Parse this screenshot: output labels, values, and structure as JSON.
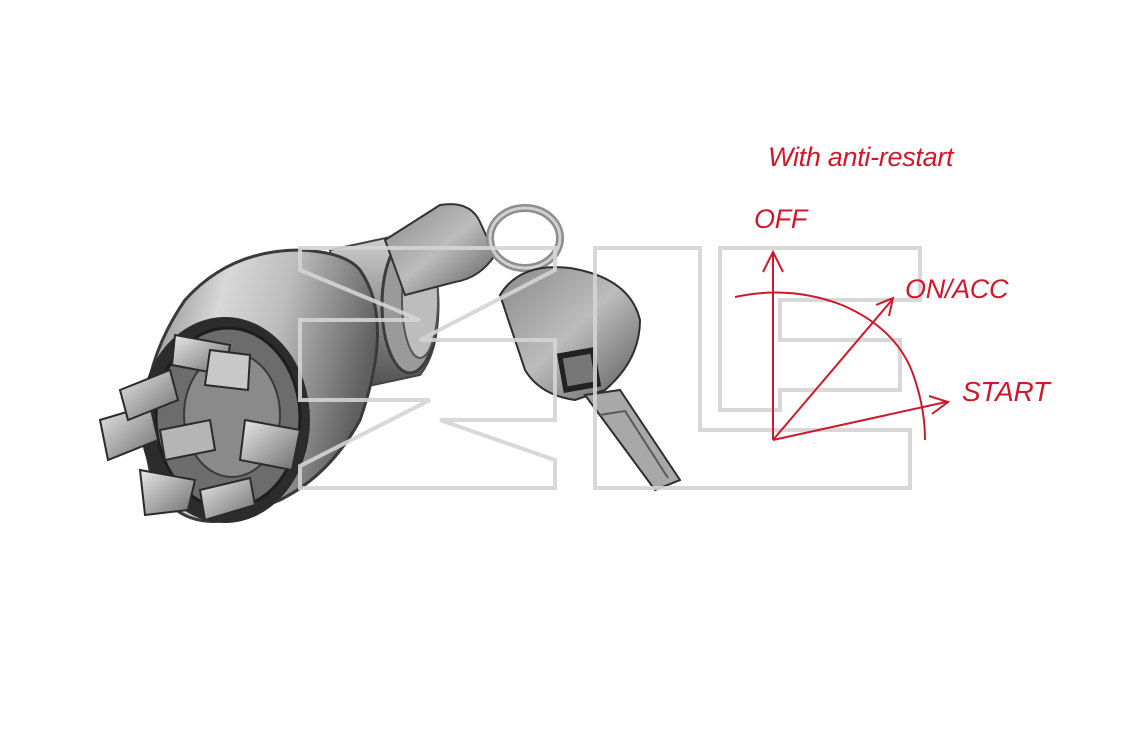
{
  "diagram": {
    "title": "With anti-restart",
    "positions": {
      "off": "OFF",
      "on_acc": "ON/ACC",
      "start": "START"
    }
  },
  "colors": {
    "diagram": "#cc1a2c",
    "watermark": "#d4d4d4",
    "metal": "#9a9a9a"
  },
  "images": {
    "product": "ignition-switch-with-keys-photo",
    "watermark": "ZAE-logo-watermark"
  }
}
